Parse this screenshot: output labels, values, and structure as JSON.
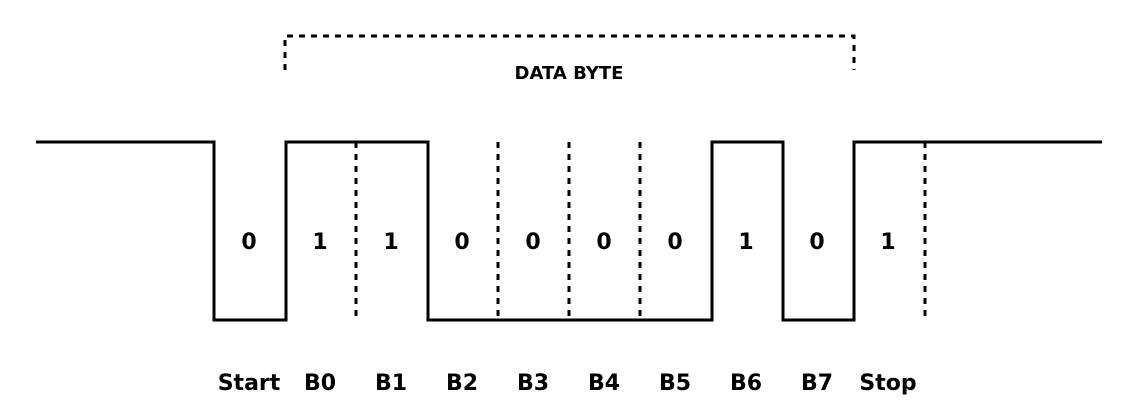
{
  "title": "DATA BYTE",
  "bits": [
    "0",
    "1",
    "1",
    "0",
    "0",
    "0",
    "0",
    "1",
    "0",
    "1"
  ],
  "slot_labels": [
    "Start",
    "B0",
    "B1",
    "B2",
    "B3",
    "B4",
    "B5",
    "B6",
    "B7",
    "Stop"
  ],
  "line_color": "#000000"
}
